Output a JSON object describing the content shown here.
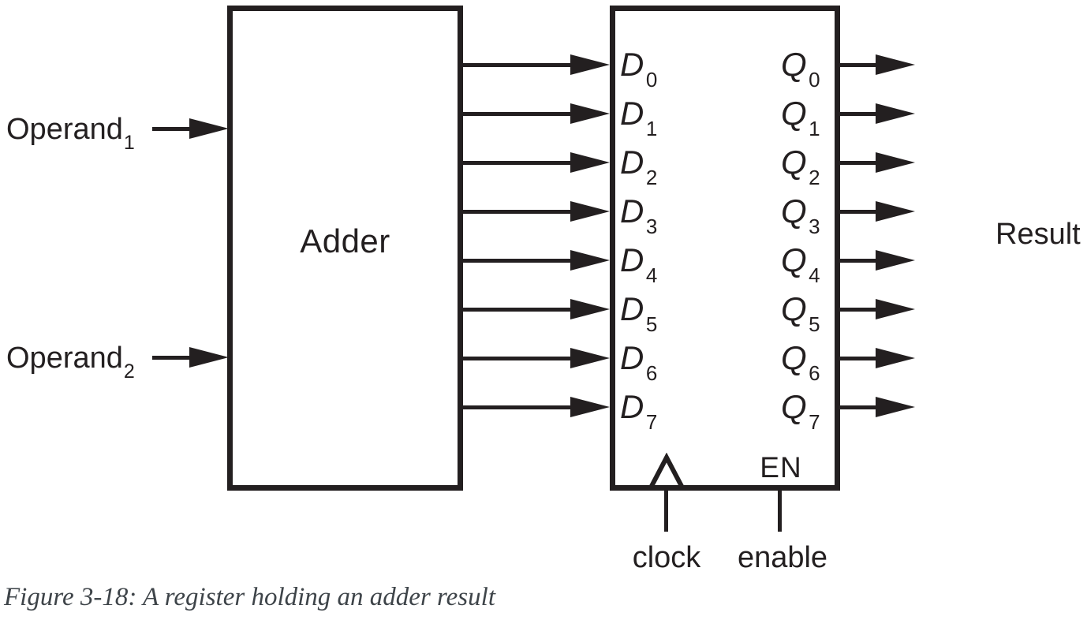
{
  "figure": {
    "adder": {
      "label": "Adder"
    },
    "operand_inputs": [
      {
        "base": "Operand",
        "sub": "1"
      },
      {
        "base": "Operand",
        "sub": "2"
      }
    ],
    "register": {
      "data_inputs": [
        {
          "base": "D",
          "sub": "0"
        },
        {
          "base": "D",
          "sub": "1"
        },
        {
          "base": "D",
          "sub": "2"
        },
        {
          "base": "D",
          "sub": "3"
        },
        {
          "base": "D",
          "sub": "4"
        },
        {
          "base": "D",
          "sub": "5"
        },
        {
          "base": "D",
          "sub": "6"
        },
        {
          "base": "D",
          "sub": "7"
        }
      ],
      "data_outputs": [
        {
          "base": "Q",
          "sub": "0"
        },
        {
          "base": "Q",
          "sub": "1"
        },
        {
          "base": "Q",
          "sub": "2"
        },
        {
          "base": "Q",
          "sub": "3"
        },
        {
          "base": "Q",
          "sub": "4"
        },
        {
          "base": "Q",
          "sub": "5"
        },
        {
          "base": "Q",
          "sub": "6"
        },
        {
          "base": "Q",
          "sub": "7"
        }
      ],
      "enable_pin": "EN",
      "clock_input_label": "clock",
      "enable_input_label": "enable"
    },
    "result_label": "Result",
    "caption": "Figure 3-18: A register holding an adder result",
    "colors": {
      "ink": "#231f20",
      "background": "#ffffff",
      "caption_text": "#3e4449"
    }
  }
}
